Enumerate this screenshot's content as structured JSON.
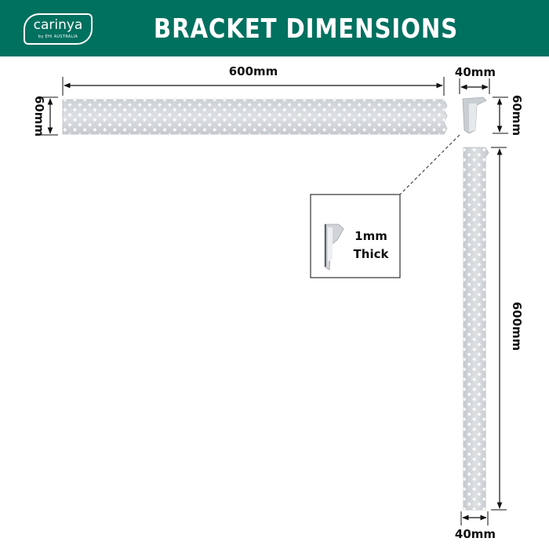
{
  "header": {
    "title": "BRACKET DIMENSIONS",
    "brand_color": "#00705f",
    "logo": {
      "name": "carinya",
      "tagline": "by EHI AUSTRALIA"
    }
  },
  "dimensions": {
    "horizontal_length": "600mm",
    "horizontal_width": "60mm",
    "profile_width": "40mm",
    "profile_height": "60mm",
    "vertical_length": "600mm",
    "vertical_width": "40mm"
  },
  "callout": {
    "line1": "1mm",
    "line2": "Thick"
  }
}
